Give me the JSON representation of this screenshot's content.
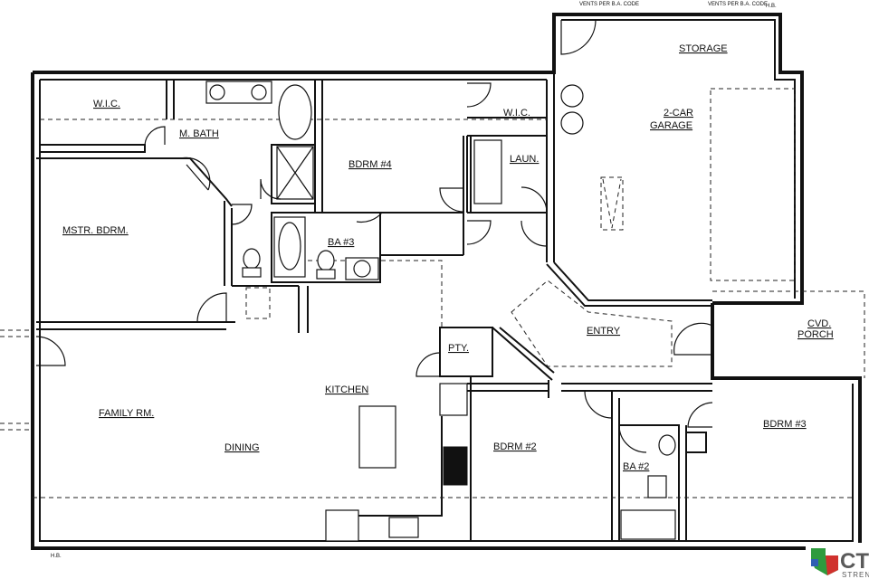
{
  "rooms": {
    "storage": "STORAGE",
    "garage_line1": "2-CAR",
    "garage_line2": "GARAGE",
    "wic_left": "W.I.C.",
    "wic_right": "W.I.C.",
    "master_bath": "M. BATH",
    "bedroom4": "BDRM #4",
    "laundry": "LAUN.",
    "master_bedroom": "MSTR. BDRM.",
    "bath3": "BA #3",
    "entry": "ENTRY",
    "covered_porch_line1": "CVD.",
    "covered_porch_line2": "PORCH",
    "pantry": "PTY.",
    "kitchen": "KITCHEN",
    "family_room": "FAMILY RM.",
    "dining": "DINING",
    "bedroom2": "BDRM #2",
    "bath2": "BA #2",
    "bedroom3": "BDRM #3"
  },
  "notes": {
    "hb_top": "H.B.",
    "hb_bottom": "H.B.",
    "vent_left": "VENTS PER B.A. CODE",
    "vent_right": "VENTS PER B.A. CODE"
  },
  "logo": {
    "text": "CT",
    "sub": "STREN",
    "colors": {
      "flag_green": "#2e9b3e",
      "flag_red": "#d0312d",
      "flag_blue": "#2f5fb3"
    }
  }
}
